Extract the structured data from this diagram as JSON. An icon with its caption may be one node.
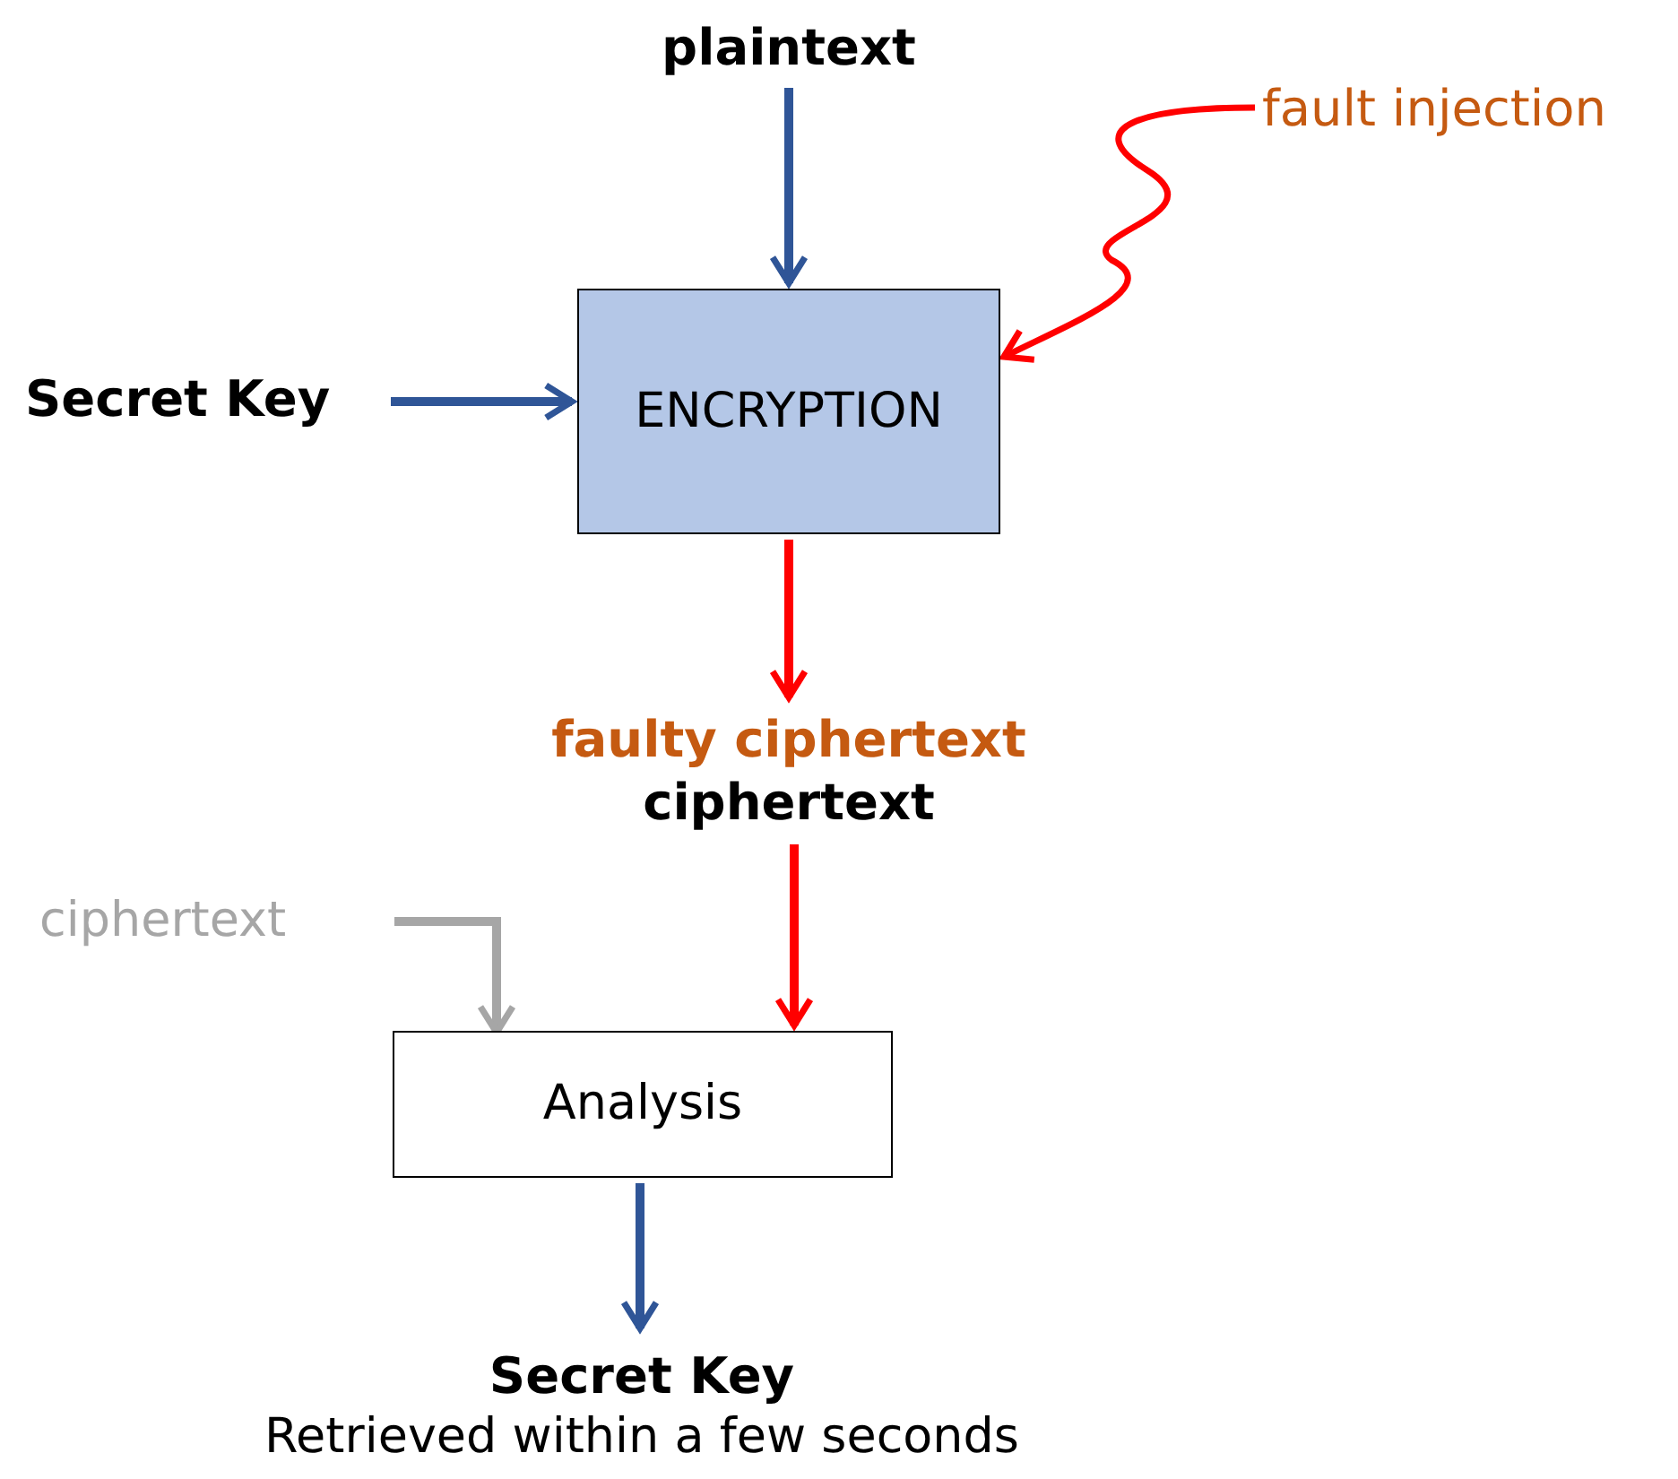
{
  "diagram": {
    "nodes": [
      {
        "text": [
          "plaintext"
        ]
      },
      {
        "text": [
          "fault injection"
        ]
      },
      {
        "text": [
          "Secret Key"
        ]
      },
      {
        "text": [
          "ENCRYPTION"
        ]
      },
      {
        "text": [
          "faulty ciphertext",
          "ciphertext"
        ]
      },
      {
        "text": [
          "ciphertext"
        ]
      },
      {
        "text": [
          "Analysis"
        ]
      },
      {
        "text": [
          "Secret Key",
          "Retrieved within a few seconds"
        ]
      }
    ],
    "edges": [
      {
        "from": 0,
        "to": 3,
        "arrow": "to"
      },
      {
        "from": 1,
        "to": 3,
        "arrow": "to",
        "color": "#ff0000"
      },
      {
        "from": 2,
        "to": 3,
        "arrow": "to"
      },
      {
        "from": 3,
        "to": 4,
        "arrow": "to",
        "color": "#ff0000"
      },
      {
        "from": 4,
        "to": 6,
        "arrow": "to",
        "color": "#ff0000"
      },
      {
        "from": 5,
        "to": 6,
        "arrow": "to",
        "color": "#a6a6a6"
      },
      {
        "from": 6,
        "to": 7,
        "arrow": "to"
      }
    ]
  }
}
